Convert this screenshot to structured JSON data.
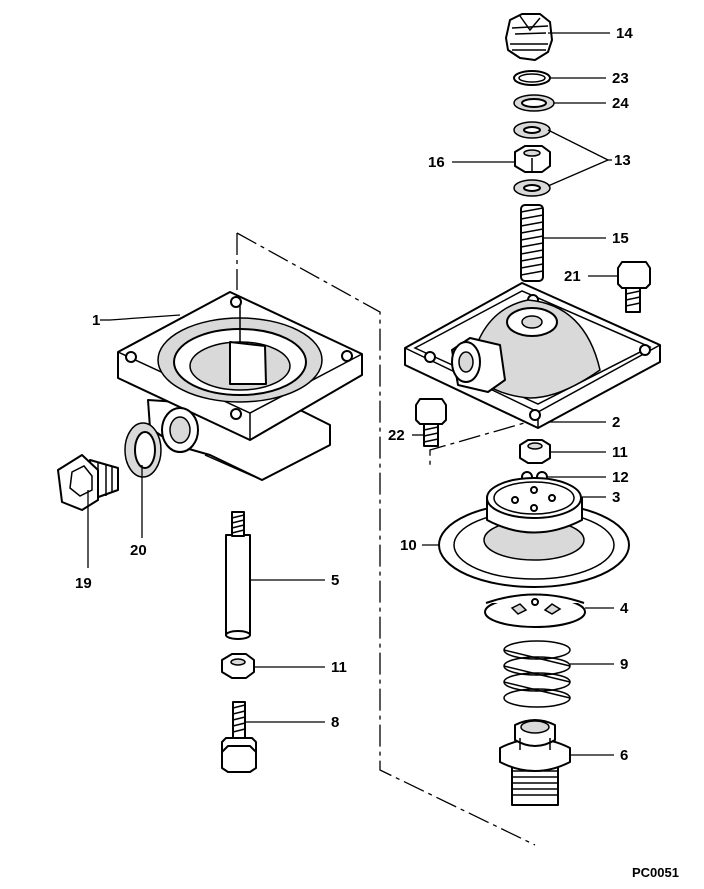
{
  "diagram": {
    "drawing_code": "PC0051",
    "parts": [
      {
        "id": "p1",
        "label": "1"
      },
      {
        "id": "p2",
        "label": "2"
      },
      {
        "id": "p3",
        "label": "3"
      },
      {
        "id": "p4",
        "label": "4"
      },
      {
        "id": "p5",
        "label": "5"
      },
      {
        "id": "p6",
        "label": "6"
      },
      {
        "id": "p8",
        "label": "8"
      },
      {
        "id": "p9",
        "label": "9"
      },
      {
        "id": "p10",
        "label": "10"
      },
      {
        "id": "p11a",
        "label": "11"
      },
      {
        "id": "p11b",
        "label": "11"
      },
      {
        "id": "p12",
        "label": "12"
      },
      {
        "id": "p13",
        "label": "13"
      },
      {
        "id": "p14",
        "label": "14"
      },
      {
        "id": "p15",
        "label": "15"
      },
      {
        "id": "p16",
        "label": "16"
      },
      {
        "id": "p19",
        "label": "19"
      },
      {
        "id": "p20",
        "label": "20"
      },
      {
        "id": "p21",
        "label": "21"
      },
      {
        "id": "p22",
        "label": "22"
      },
      {
        "id": "p23",
        "label": "23"
      },
      {
        "id": "p24",
        "label": "24"
      }
    ]
  }
}
